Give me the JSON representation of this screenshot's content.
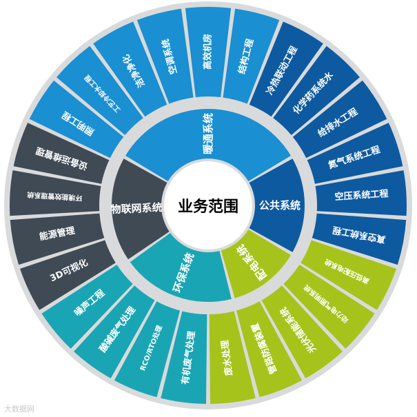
{
  "center": {
    "title": "业务范围"
  },
  "categories": [
    {
      "name": "暖通系统",
      "color": "#1a8fd2",
      "start": 300,
      "end": 60
    },
    {
      "name": "公共系统",
      "color": "#0e5aa0",
      "start": 60,
      "end": 120
    },
    {
      "name": "配电系统",
      "color": "#a6c31c",
      "start": 120,
      "end": 165
    },
    {
      "name": "环保系统",
      "color": "#1aa5b4",
      "start": 165,
      "end": 235
    },
    {
      "name": "物联网系统",
      "color": "#3f4a55",
      "start": 235,
      "end": 300
    }
  ],
  "items": [
    {
      "label": "结构工程",
      "color": "#1a8fd2",
      "start": 0,
      "end": 15
    },
    {
      "label": "冷热联动工程",
      "color": "#0e5aa0",
      "start": 15,
      "end": 30
    },
    {
      "label": "化学药系统水",
      "color": "#0e5aa0",
      "start": 30,
      "end": 45
    },
    {
      "label": "给排水工程",
      "color": "#0e5aa0",
      "start": 45,
      "end": 60
    },
    {
      "label": "氮气系统工程",
      "color": "#0e5aa0",
      "start": 60,
      "end": 75
    },
    {
      "label": "空压系统工程",
      "color": "#0e5aa0",
      "start": 75,
      "end": 90
    },
    {
      "label": "真空系统工程",
      "color": "#0e5aa0",
      "start": 90,
      "end": 105
    },
    {
      "label": "高低压配电系统",
      "color": "#a6c31c",
      "start": 105,
      "end": 120
    },
    {
      "label": "动力电气照明系统",
      "color": "#a6c31c",
      "start": 120,
      "end": 135
    },
    {
      "label": "光伏储能系统",
      "color": "#a6c31c",
      "start": 135,
      "end": 150
    },
    {
      "label": "管路防腐装置",
      "color": "#a6c31c",
      "start": 150,
      "end": 165
    },
    {
      "label": "废水处理",
      "color": "#a6c31c",
      "start": 165,
      "end": 180
    },
    {
      "label": "有机废气处理",
      "color": "#1aa5b4",
      "start": 180,
      "end": 195
    },
    {
      "label": "RCO/RTO处理",
      "color": "#1aa5b4",
      "start": 195,
      "end": 210
    },
    {
      "label": "酸碱废气处理",
      "color": "#1aa5b4",
      "start": 210,
      "end": 225
    },
    {
      "label": "噪声工程",
      "color": "#1aa5b4",
      "start": 225,
      "end": 240
    },
    {
      "label": "3D可视化",
      "color": "#3f4a55",
      "start": 240,
      "end": 255
    },
    {
      "label": "能源管理",
      "color": "#3f4a55",
      "start": 255,
      "end": 270
    },
    {
      "label": "环境能效管理系统",
      "color": "#3f4a55",
      "start": 270,
      "end": 285
    },
    {
      "label": "设备运维管理",
      "color": "#3f4a55",
      "start": 285,
      "end": 300
    },
    {
      "label": "照明工程",
      "color": "#1a8fd2",
      "start": 300,
      "end": 315
    },
    {
      "label": "工艺冷却水工程",
      "color": "#1a8fd2",
      "start": 315,
      "end": 330
    },
    {
      "label": "洁净净化",
      "color": "#1a8fd2",
      "start": 330,
      "end": 345
    },
    {
      "label": "空调系统",
      "color": "#1a8fd2",
      "start": 345,
      "end": 360
    },
    {
      "label": "高效机房",
      "color": "#1a8fd2",
      "start": 352.5,
      "end": 352.5
    }
  ],
  "colors": {
    "ring_gray": "#d9dadb",
    "center_bg": "#ffffff",
    "text": "#ffffff",
    "center_text": "#000000"
  },
  "watermark": "大数据网"
}
